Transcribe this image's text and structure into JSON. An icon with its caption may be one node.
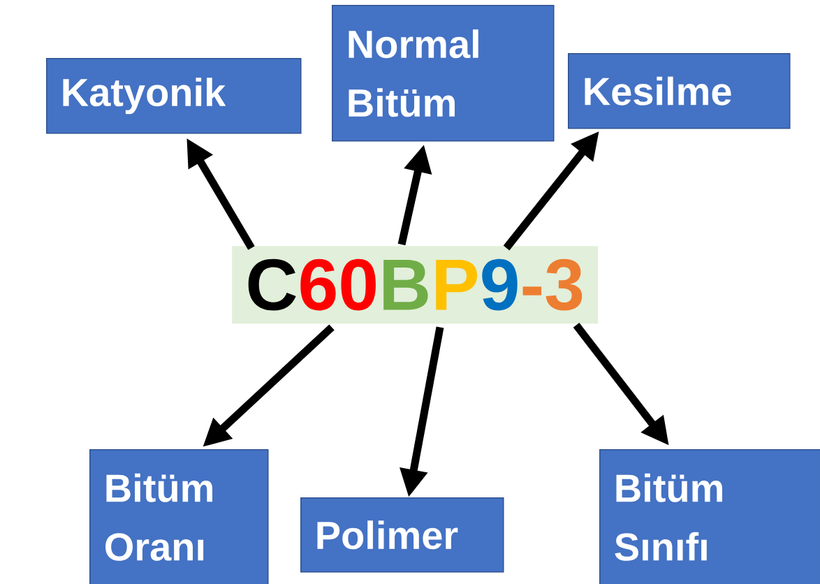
{
  "diagram": {
    "nodes": [
      {
        "text": [
          "Katyonik"
        ]
      },
      {
        "text": [
          "Normal Bitüm"
        ]
      },
      {
        "text": [
          "Kesilme"
        ]
      },
      {
        "text": [
          "C",
          "60",
          "B",
          "P",
          "9",
          "-3"
        ]
      },
      {
        "text": [
          "Bitüm Oranı"
        ]
      },
      {
        "text": [
          "Polimer"
        ]
      },
      {
        "text": [
          "Bitüm Sınıfı"
        ]
      }
    ],
    "edges": [
      {
        "from": 3,
        "to": 0,
        "arrow": "to"
      },
      {
        "from": 3,
        "to": 1,
        "arrow": "to"
      },
      {
        "from": 3,
        "to": 2,
        "arrow": "to"
      },
      {
        "from": 3,
        "to": 4,
        "arrow": "to"
      },
      {
        "from": 3,
        "to": 5,
        "arrow": "to"
      },
      {
        "from": 3,
        "to": 6,
        "arrow": "to"
      }
    ]
  }
}
